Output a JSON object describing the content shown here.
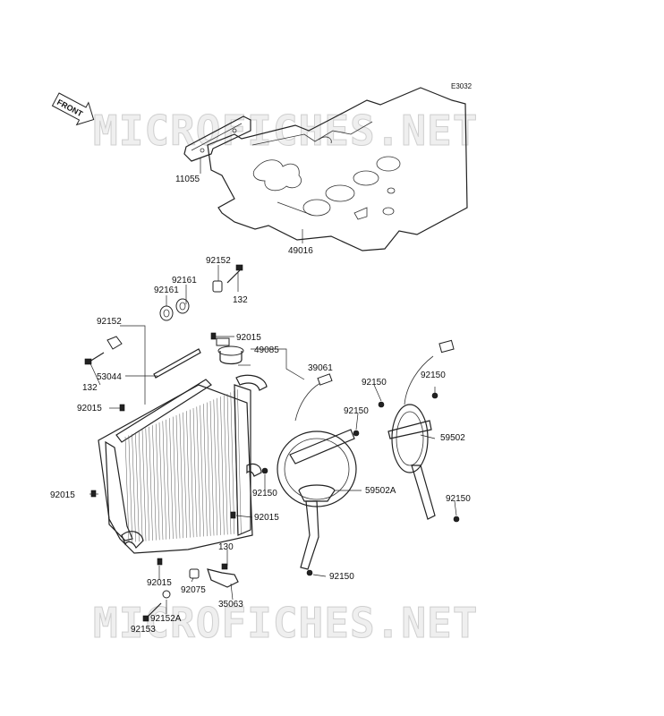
{
  "diagram_code": "E3032",
  "front_marker": "FRONT",
  "watermarks": [
    "MICROFICHES.NET",
    "MICROFICHES.NET"
  ],
  "parts": [
    {
      "id": "11055",
      "label": "11055",
      "name": "bracket"
    },
    {
      "id": "49016",
      "label": "49016",
      "name": "heat-shield-plate"
    },
    {
      "id": "92152-top",
      "label": "92152"
    },
    {
      "id": "92161-a",
      "label": "92161"
    },
    {
      "id": "92161-b",
      "label": "92161"
    },
    {
      "id": "132-top",
      "label": "132"
    },
    {
      "id": "92152-left",
      "label": "92152"
    },
    {
      "id": "92015-a",
      "label": "92015"
    },
    {
      "id": "49085",
      "label": "49085"
    },
    {
      "id": "39061",
      "label": "39061"
    },
    {
      "id": "53044",
      "label": "53044"
    },
    {
      "id": "132-left",
      "label": "132"
    },
    {
      "id": "92015-b",
      "label": "92015"
    },
    {
      "id": "92150-a",
      "label": "92150"
    },
    {
      "id": "92150-b",
      "label": "92150"
    },
    {
      "id": "92150-c",
      "label": "92150"
    },
    {
      "id": "59502",
      "label": "59502"
    },
    {
      "id": "92015-c",
      "label": "92015"
    },
    {
      "id": "92150-d",
      "label": "92150"
    },
    {
      "id": "59502A",
      "label": "59502A"
    },
    {
      "id": "92015-d",
      "label": "92015"
    },
    {
      "id": "92150-e",
      "label": "92150"
    },
    {
      "id": "130",
      "label": "130"
    },
    {
      "id": "92150-f",
      "label": "92150"
    },
    {
      "id": "92015-e",
      "label": "92015"
    },
    {
      "id": "92075",
      "label": "92075"
    },
    {
      "id": "35063",
      "label": "35063"
    },
    {
      "id": "92152A",
      "label": "92152A"
    },
    {
      "id": "92153",
      "label": "92153"
    }
  ]
}
